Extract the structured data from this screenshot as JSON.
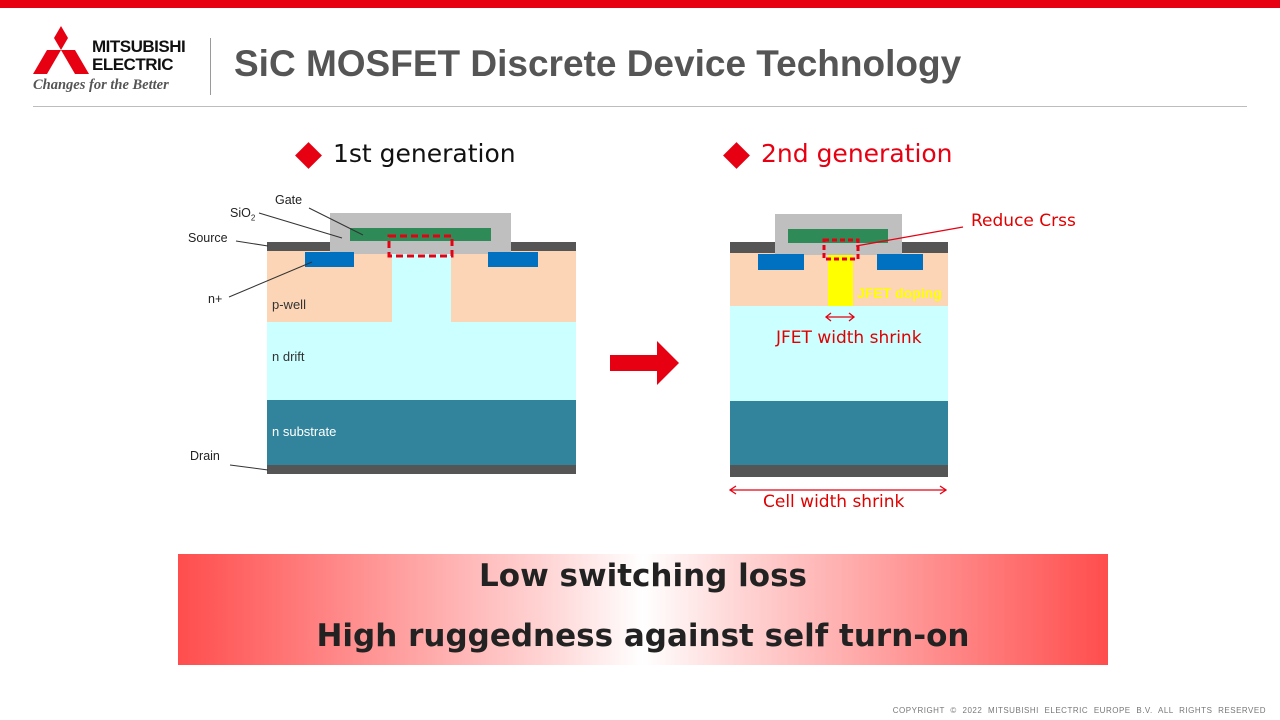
{
  "header": {
    "brand_line1": "MITSUBISHI",
    "brand_line2": "ELECTRIC",
    "tagline": "Changes for the Better",
    "title": "SiC MOSFET Discrete Device Technology"
  },
  "generations": {
    "first": {
      "heading": "1st generation"
    },
    "second": {
      "heading": "2nd generation"
    }
  },
  "first_diagram": {
    "labels": {
      "gate": "Gate",
      "sio2_base": "SiO",
      "sio2_sub": "2",
      "source": "Source",
      "nplus": "n+",
      "drain": "Drain"
    },
    "layers": {
      "pwell": "p-well",
      "ndrift": "n drift",
      "nsubstrate": "n substrate"
    }
  },
  "second_diagram": {
    "reduce_crss": "Reduce Crss",
    "jfet_doping": "JFET doping",
    "jfet_width_shrink": "JFET width shrink",
    "cell_width_shrink": "Cell width shrink"
  },
  "banner": {
    "line1": "Low switching loss",
    "line2": "High ruggedness against self turn-on"
  },
  "footer": {
    "copyright": "COPYRIGHT © 2022 MITSUBISHI ELECTRIC EUROPE B.V. ALL RIGHTS RESERVED"
  },
  "colors": {
    "brand_red": "#e60012",
    "pwell": "#fbd5b5",
    "ndrift": "#ccffff",
    "nsubstrate": "#31849b",
    "metal": "#555555",
    "oxide": "#bfbfbf",
    "gate": "#2e8b57",
    "nplus": "#0070c0",
    "jfet_doping": "#ffff00"
  }
}
